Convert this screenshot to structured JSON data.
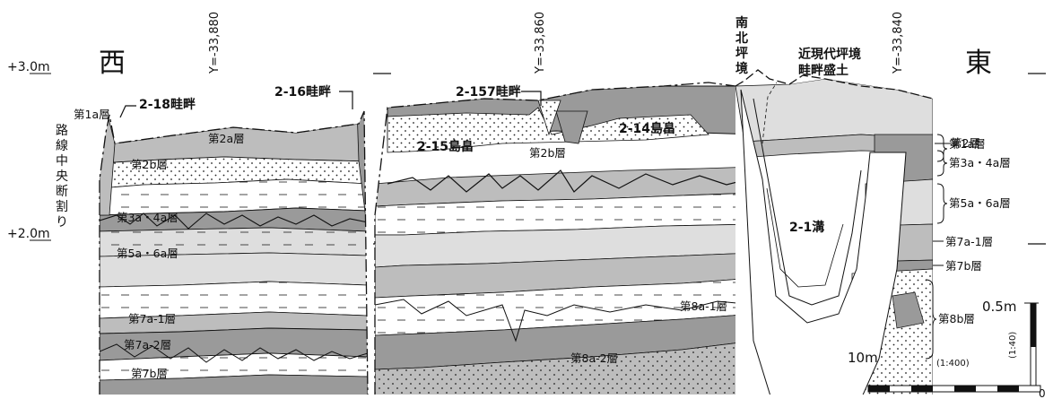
{
  "elevations": {
    "upper": "+3.0m",
    "lower": "+2.0m"
  },
  "directions": {
    "west": "西",
    "east": "東"
  },
  "coords": {
    "y1": "Y=-33,880",
    "y2": "Y=-33,860",
    "y3": "Y=-33,840"
  },
  "vertical_note": "路線中央断割り",
  "boundary_south_north": "南北坪境",
  "boundary_modern": [
    "近現代坪境",
    "畦畔盛土"
  ],
  "features": {
    "ridge_2_18": "2-18畦畔",
    "ridge_2_16": "2-16畦畔",
    "ridge_2_157": "2-157畦畔",
    "field_2_15": "2-15島畠",
    "field_2_14": "2-14島畠",
    "ditch_2_1": "2-1溝"
  },
  "west_layers": {
    "l1a": "第1a層",
    "l2a": "第2a層",
    "l2b": "第2b層",
    "l3a4a": "第3a・4a層",
    "l5a6a": "第5a・6a層",
    "l7a1": "第7a-1層",
    "l7a2": "第7a-2層",
    "l7b": "第7b層"
  },
  "middle_layers": {
    "l2b": "第2b層",
    "l8a1": "第8a-1層",
    "l8a2": "第8a-2層"
  },
  "east_layers": {
    "l1a": "第1a層",
    "l2": "第2層",
    "l3a4a": "第3a・4a層",
    "l5a6a": "第5a・6a層",
    "l7a1": "第7a-1層",
    "l7b": "第7b層",
    "l8b": "第8b層"
  },
  "scale": {
    "vertical_label": "0.5m",
    "horizontal_label": "10m",
    "horizontal_ratio": "(1:400)",
    "vertical_ratio": "(1:40)",
    "zero": "0"
  },
  "colors": {
    "light_gray": "#dedede",
    "mid_gray": "#bdbdbd",
    "dark_gray": "#9a9a9a",
    "line": "#111111"
  }
}
